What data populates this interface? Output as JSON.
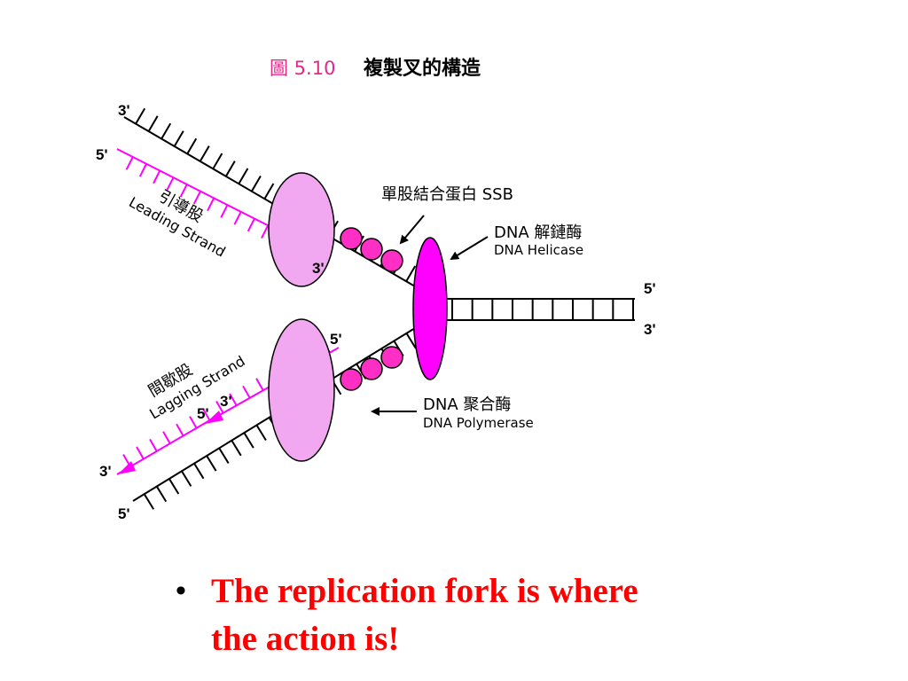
{
  "figure": {
    "number": "圖 5.10",
    "title": "複製叉的構造"
  },
  "strand_ends": {
    "top_3": "3'",
    "top_5": "5'",
    "leading_3": "3'",
    "lagging_5_inner": "5'",
    "lagging_3": "3'",
    "lagging_5": "5'",
    "bottom_3": "3'",
    "bottom_5": "5'",
    "right_5": "5'",
    "right_3": "3'"
  },
  "labels": {
    "leading_zh": "引導股",
    "leading_en": "Leading Strand",
    "lagging_zh": "間歇股",
    "lagging_en": "Lagging Strand",
    "ssb": "單股結合蛋白 SSB",
    "helicase_zh": "DNA 解鏈酶",
    "helicase_en": "DNA Helicase",
    "polymerase_zh": "DNA 聚合酶",
    "polymerase_en": "DNA Polymerase"
  },
  "colors": {
    "polymerase_fill": "#f2a8f0",
    "helicase_fill": "#ff00ff",
    "ssb_fill": "#ff2ec4",
    "new_strand": "#ff00ff",
    "figure_number": "#e0288c",
    "bullet_text": "#ff0000"
  },
  "bullet": {
    "line1": "The replication fork is where",
    "line2": "the action is!"
  }
}
